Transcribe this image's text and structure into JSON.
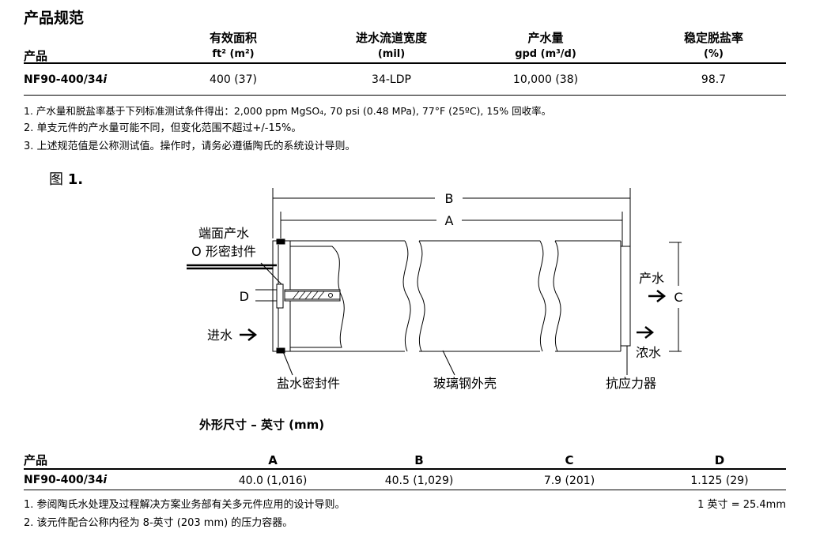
{
  "spec": {
    "section_title": "产品规范",
    "product_header": "产品",
    "columns": [
      {
        "title": "有效面积",
        "unit": "ft² (m²)"
      },
      {
        "title": "进水流道宽度",
        "unit": "(mil)"
      },
      {
        "title": "产水量",
        "unit": "gpd (m³/d)"
      },
      {
        "title": "稳定脱盐率",
        "unit": "(%)"
      }
    ],
    "row": {
      "product": "NF90-400/34",
      "product_suffix": "i",
      "values": [
        "400 (37)",
        "34-LDP",
        "10,000 (38)",
        "98.7"
      ]
    },
    "notes": [
      "1. 产水量和脱盐率基于下列标准测试条件得出：2,000 ppm MgSO₄, 70 psi (0.48 MPa), 77°F (25ºC), 15% 回收率。",
      "2. 单支元件的产水量可能不同，但变化范围不超过+/-15%。",
      "3. 上述规范值是公称测试值。操作时，请务必遵循陶氏的系统设计导则。"
    ]
  },
  "figure": {
    "label_prefix": "图",
    "label_number": "1.",
    "labels": {
      "B": "B",
      "A": "A",
      "C": "C",
      "D": "D",
      "endface_line1": "端面产水",
      "endface_line2": "O 形密封件",
      "feed": "进水",
      "product_water": "产水",
      "concentrate": "浓水",
      "brine_seal": "盐水密封件",
      "shell": "玻璃钢外壳",
      "anti_telescoping": "抗应力器"
    }
  },
  "dimensions": {
    "title": "外形尺寸 – 英寸 (mm)",
    "product_header": "产品",
    "columns": [
      "A",
      "B",
      "C",
      "D"
    ],
    "row": {
      "product": "NF90-400/34",
      "product_suffix": "i",
      "values": [
        "40.0 (1,016)",
        "40.5 (1,029)",
        "7.9 (201)",
        "1.125 (29)"
      ]
    },
    "notes": [
      "1. 参阅陶氏水处理及过程解决方案业务部有关多元件应用的设计导则。",
      "2. 该元件配合公称内径为 8-英寸 (203 mm) 的压力容器。"
    ],
    "conversion": "1 英寸 = 25.4mm"
  }
}
